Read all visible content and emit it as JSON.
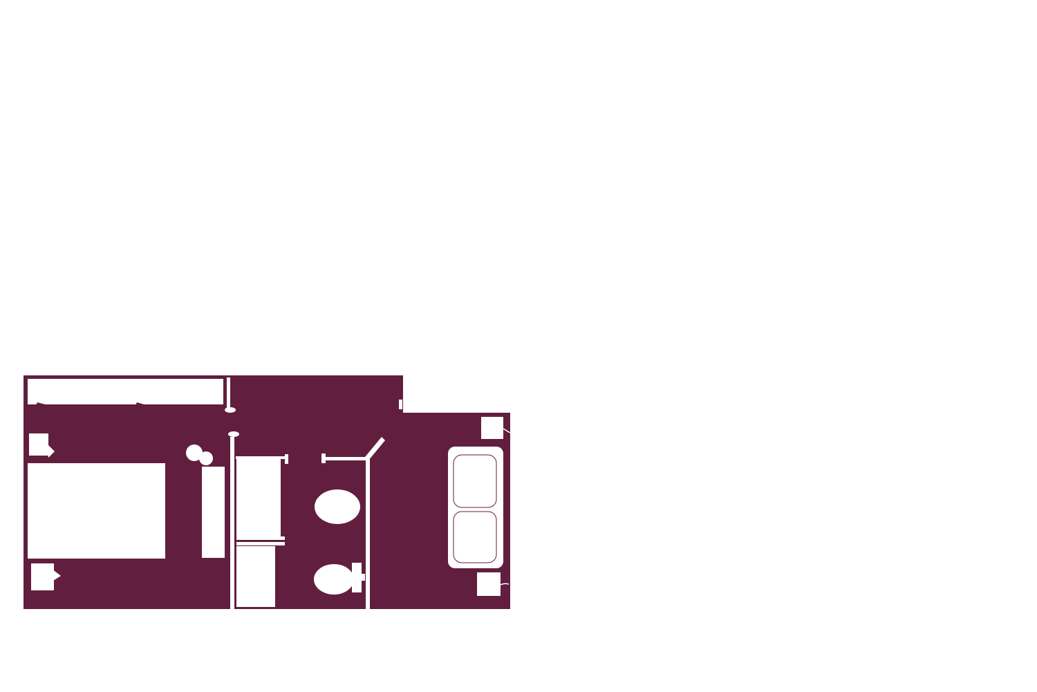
{
  "floorplan": {
    "fill_color": "#611e3f",
    "fixture_color": "#ffffff",
    "background_color": "#ffffff",
    "fixtures": [
      "window-sill",
      "nightstand",
      "bed",
      "lamp",
      "desk",
      "closet",
      "towel-bar",
      "vanity",
      "toilet",
      "bathroom-door",
      "sofa",
      "side-table"
    ]
  }
}
